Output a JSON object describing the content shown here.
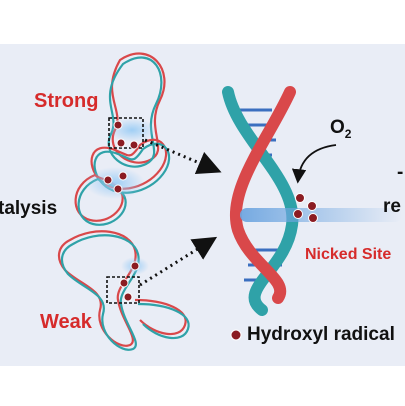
{
  "labels": {
    "strong": "Strong",
    "weak": "Weak",
    "catalysis": "talysis",
    "nicked_site": "Nicked Site",
    "o2_base": "O",
    "o2_sub": "2",
    "reaction_fragment": "re",
    "top_right_fragment": "-",
    "legend_text": "Hydroxyl radical"
  },
  "colors": {
    "panel": "#e9edf6",
    "strand_red": "#d9484a",
    "strand_teal": "#2fa2a8",
    "radical": "#8b1c22",
    "glow": "#8fc3f0",
    "label_red": "#d62b2b"
  },
  "icons": {
    "radical": "dark-red-dot",
    "arrow": "dotted-arrow"
  }
}
